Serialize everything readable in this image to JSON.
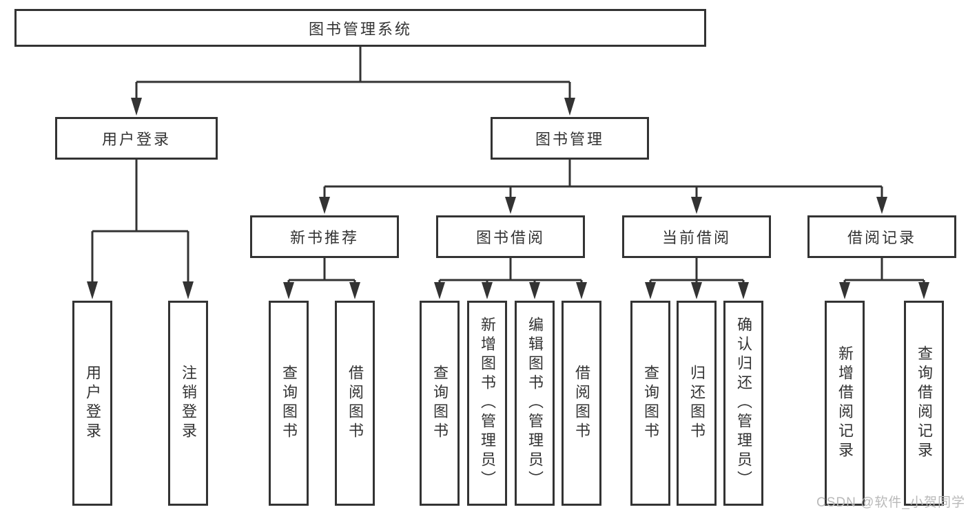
{
  "diagram": {
    "title": "图书管理系统",
    "branches": [
      {
        "label": "用户登录",
        "children": [
          {
            "label": "用户登录"
          },
          {
            "label": "注销登录"
          }
        ]
      },
      {
        "label": "图书管理",
        "children": [
          {
            "label": "新书推荐",
            "children": [
              {
                "label": "查询图书"
              },
              {
                "label": "借阅图书"
              }
            ]
          },
          {
            "label": "图书借阅",
            "children": [
              {
                "label": "查询图书"
              },
              {
                "label": "新增图书（管理员）"
              },
              {
                "label": "编辑图书（管理员）"
              },
              {
                "label": "借阅图书"
              }
            ]
          },
          {
            "label": "当前借阅",
            "children": [
              {
                "label": "查询图书"
              },
              {
                "label": "归还图书"
              },
              {
                "label": "确认归还（管理员）"
              }
            ]
          },
          {
            "label": "借阅记录",
            "children": [
              {
                "label": "新增借阅记录"
              },
              {
                "label": "查询借阅记录"
              }
            ]
          }
        ]
      }
    ]
  },
  "colors": {
    "line": "#333333",
    "box_background": "#ffffff",
    "text": "#333333",
    "watermark": "#b9b9b9"
  },
  "watermark": {
    "text": "CSDN @软件_小贺同学"
  }
}
